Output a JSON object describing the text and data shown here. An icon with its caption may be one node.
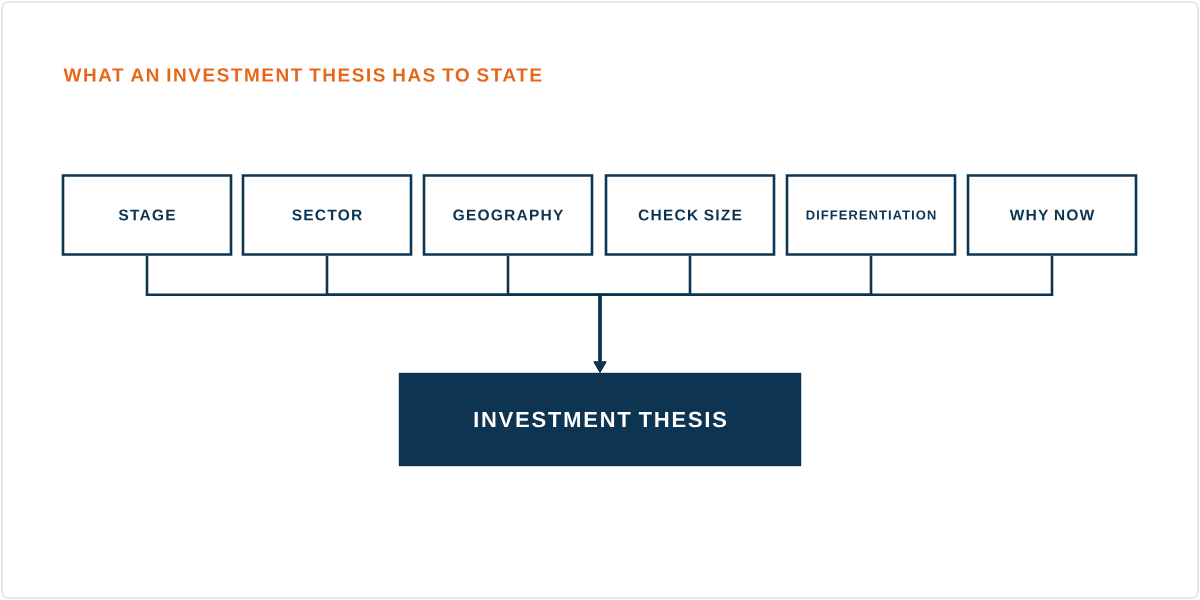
{
  "diagram": {
    "title": "WHAT AN INVESTMENT THESIS HAS TO STATE",
    "nodes": [
      {
        "text": [
          "STAGE"
        ]
      },
      {
        "text": [
          "SECTOR"
        ]
      },
      {
        "text": [
          "GEOGRAPHY"
        ]
      },
      {
        "text": [
          "CHECK SIZE"
        ]
      },
      {
        "text": [
          "DIFFERENTIATION"
        ]
      },
      {
        "text": [
          "WHY NOW"
        ]
      },
      {
        "text": [
          "INVESTMENT THESIS"
        ]
      }
    ],
    "edges": [
      {
        "from": 0,
        "to": 6,
        "arrow": "to"
      },
      {
        "from": 1,
        "to": 6,
        "arrow": "to"
      },
      {
        "from": 2,
        "to": 6,
        "arrow": "to"
      },
      {
        "from": 3,
        "to": 6,
        "arrow": "to"
      },
      {
        "from": 4,
        "to": 6,
        "arrow": "to"
      },
      {
        "from": 5,
        "to": 6,
        "arrow": "to"
      }
    ]
  }
}
